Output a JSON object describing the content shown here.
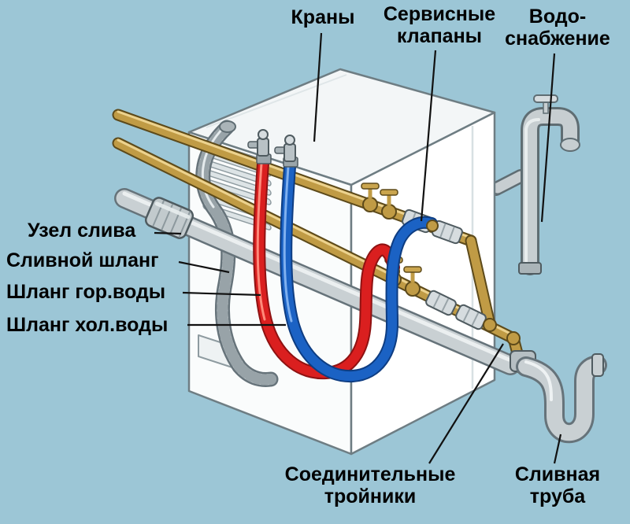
{
  "diagram": {
    "labels": {
      "taps": "Краны",
      "service_valves": "Сервисные\nклапаны",
      "water_supply": "Водо-\nснабжение",
      "drain_unit": "Узел слива",
      "drain_hose": "Сливной шланг",
      "hot_water_hose": "Шланг гор.воды",
      "cold_water_hose": "Шланг хол.воды",
      "connection_tees": "Соединительные\nтройники",
      "drain_pipe": "Сливная\nтруба"
    },
    "colors": {
      "background": "#9cc6d6",
      "hot_hose": "#da1f1f",
      "cold_hose": "#1b62c4",
      "brass_pipe": "#c09b45",
      "gray_pipe": "#c9d0d3",
      "machine_body": "#fafcfc",
      "outline_dark": "#5f6d73",
      "label_text": "#000000"
    }
  }
}
